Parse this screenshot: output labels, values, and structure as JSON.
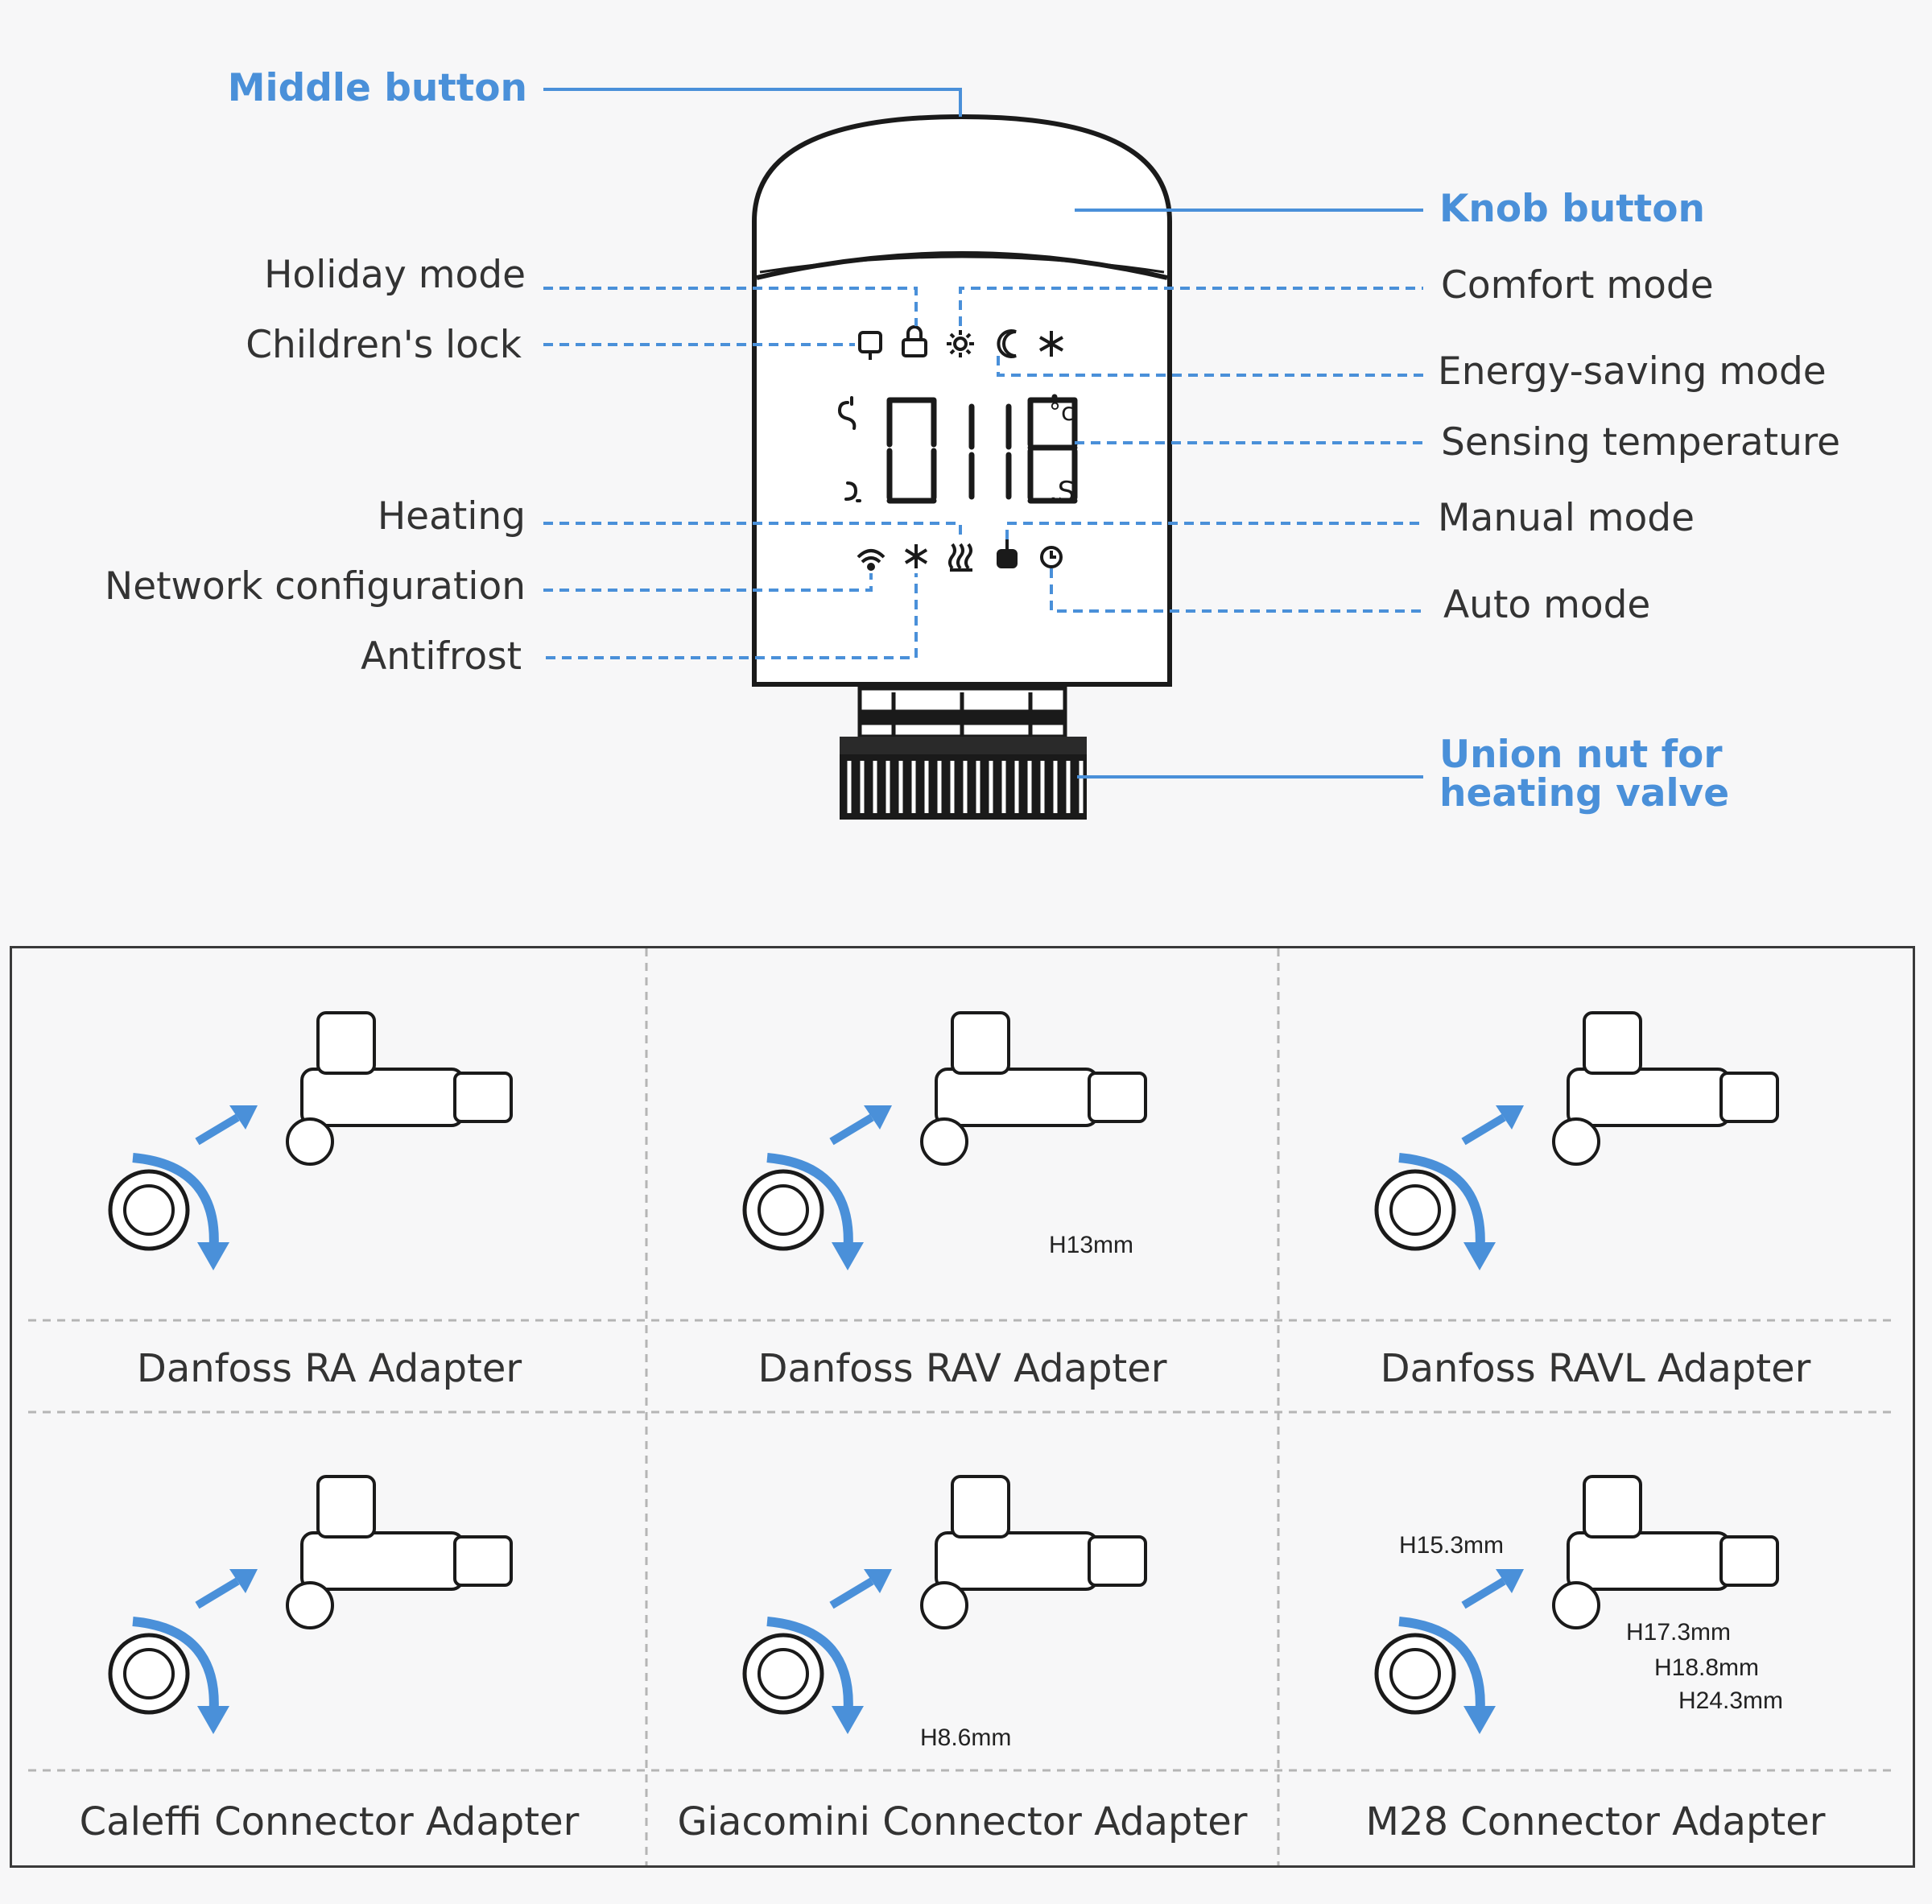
{
  "colors": {
    "accent": "#4a90d9",
    "ink": "#1a1a1a",
    "text": "#333333"
  },
  "labels": {
    "middle_button": "Middle button",
    "knob_button": "Knob button",
    "holiday_mode": "Holiday mode",
    "childrens_lock": "Children's lock",
    "heating": "Heating",
    "network_configuration": "Network configuration",
    "antifrost": "Antifrost",
    "comfort_mode": "Comfort mode",
    "energy_saving_mode": "Energy-saving mode",
    "sensing_temperature": "Sensing temperature",
    "manual_mode": "Manual mode",
    "auto_mode": "Auto mode",
    "union_nut_line1": "Union nut for",
    "union_nut_line2": "heating valve"
  },
  "adapters": [
    {
      "name": "Danfoss RA Adapter",
      "measurements": []
    },
    {
      "name": "Danfoss RAV Adapter",
      "measurements": [
        "H13mm"
      ]
    },
    {
      "name": "Danfoss RAVL Adapter",
      "measurements": []
    },
    {
      "name": "Caleffi Connector Adapter",
      "measurements": []
    },
    {
      "name": "Giacomini Connector Adapter",
      "measurements": [
        "H8.6mm"
      ]
    },
    {
      "name": "M28 Connector Adapter",
      "measurements": [
        "H15.3mm",
        "H17.3mm",
        "H18.8mm",
        "H24.3mm"
      ]
    }
  ]
}
